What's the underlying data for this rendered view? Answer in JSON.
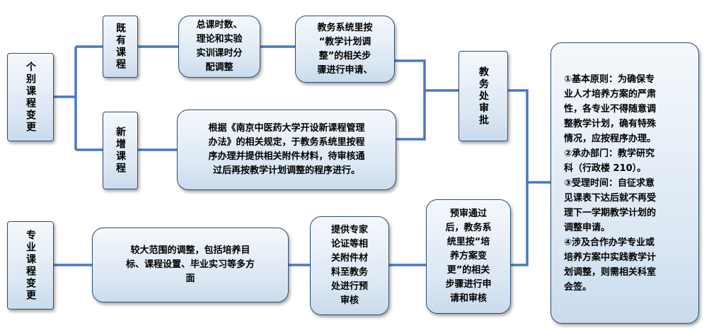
{
  "nodes": {
    "individual_change": "个别课程变更",
    "existing_course": "既有课程",
    "new_course": "新增课程",
    "hours_adjust": "总课时数、\n理论和实验\n实训课时分\n配调整",
    "apply_by_plan": "教务系统里按\n“教学计划调\n整”的相关步\n骤进行申请、",
    "new_course_rule": "根据《南京中医药大学开设新课程管理\n办法》的相关规定，于教务系统里按程\n序办理并提供相关附件材料，待审核通\n过后再按教学计划调整的程序进行。",
    "academic_office": "教务处审批",
    "major_change": "专业课程变更",
    "large_adjust": "较大范围的调整，包括培养目\n标、课程设置、毕业实习等多方\n面",
    "expert_review": "提供专家\n论证等相\n关附件材\n料至教务\n处进行预\n审核",
    "pre_approved": "预审通过\n后，教务系\n统里按“培\n养方案变\n更”的相关\n步骤进行申\n请和审核",
    "principles": "①基本原则：为确保专\n业人才培养方案的严肃\n性，各专业不得随意调\n整教学计划，确有特殊\n情况，应按程序办理。\n②承办部门：教学研究\n科（行政楼 210）。\n③受理时间：自征求意\n见课表下达后就不再受\n理下一学期教学计划的\n调整申请。\n④涉及合作办学专业或\n培养方案中实践教学计\n划调整，则需相关科室\n会签。"
  },
  "colors": {
    "connector": "#4a78c2",
    "border": "#2e4f75"
  }
}
